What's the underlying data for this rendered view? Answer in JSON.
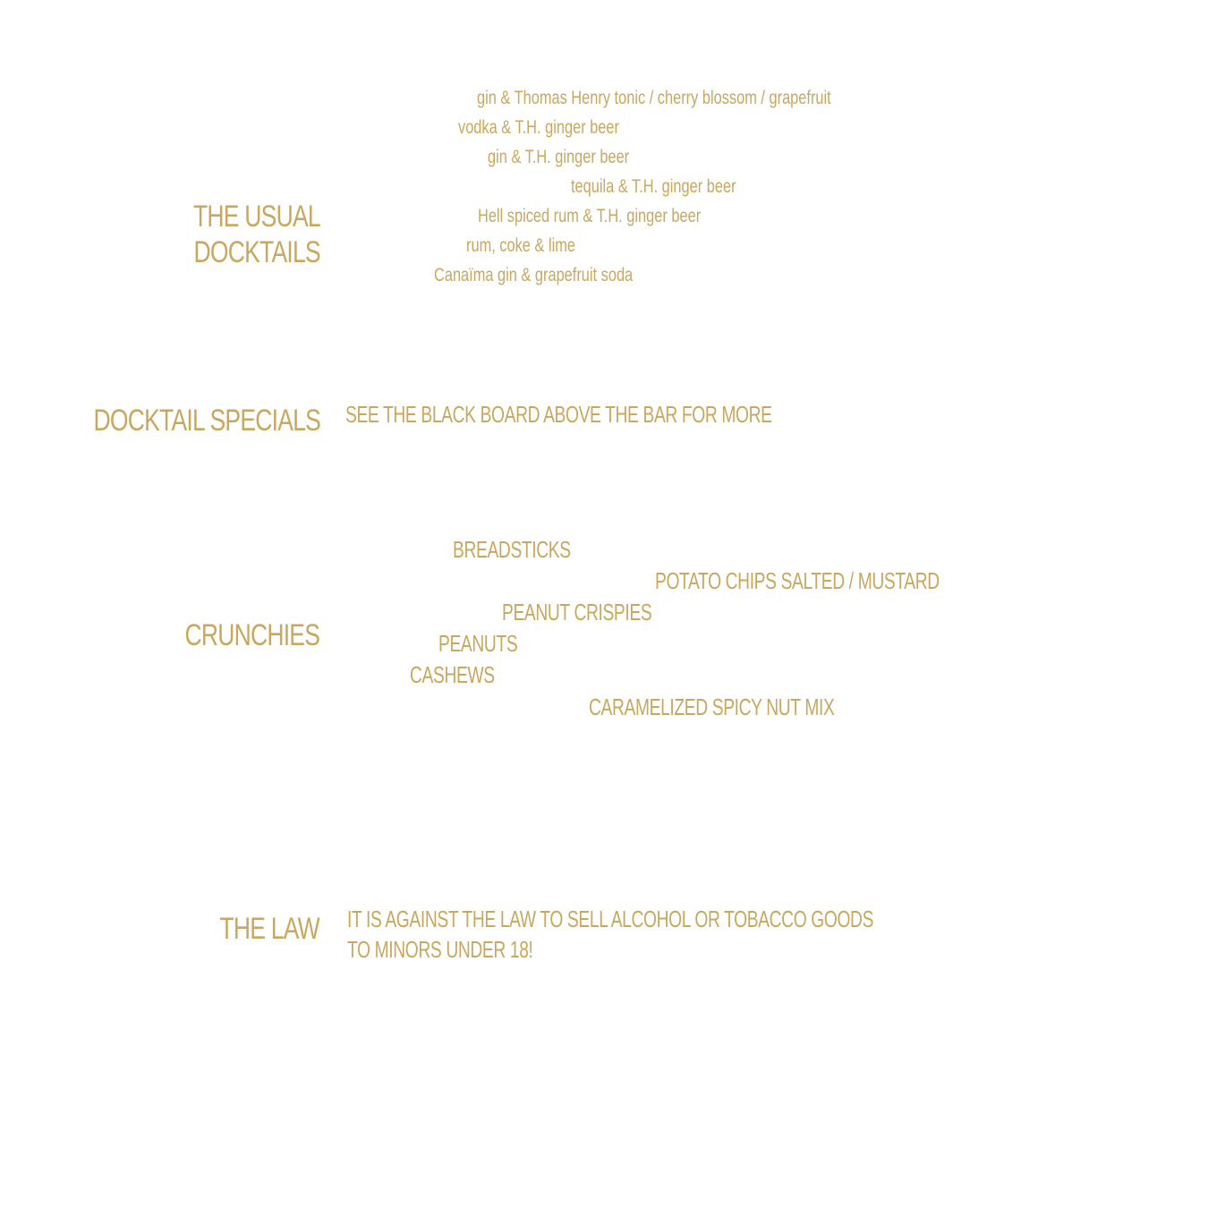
{
  "usual_docktails": {
    "heading_line1": "THE USUAL",
    "heading_line2": "DOCKTAILS",
    "items": [
      "gin & Thomas Henry tonic / cherry blossom / grapefruit",
      "vodka & T.H. ginger beer",
      "gin & T.H. ginger beer",
      "tequila & T.H. ginger beer",
      "Hell spiced rum & T.H. ginger beer",
      "rum, coke & lime",
      "Canaïma gin & grapefruit soda"
    ]
  },
  "docktail_specials": {
    "heading": "DOCKTAIL SPECIALS",
    "text": "SEE THE BLACK BOARD ABOVE THE BAR FOR MORE"
  },
  "crunchies": {
    "heading": "CRUNCHIES",
    "items": [
      "BREADSTICKS",
      "POTATO CHIPS SALTED / MUSTARD",
      "PEANUT CRISPIES",
      "PEANUTS",
      "CASHEWS",
      "CARAMELIZED SPICY NUT MIX"
    ]
  },
  "the_law": {
    "heading": "THE LAW",
    "line1": "IT IS AGAINST THE LAW TO SELL ALCOHOL OR TOBACCO GOODS",
    "line2": "TO MINORS UNDER 18!"
  }
}
